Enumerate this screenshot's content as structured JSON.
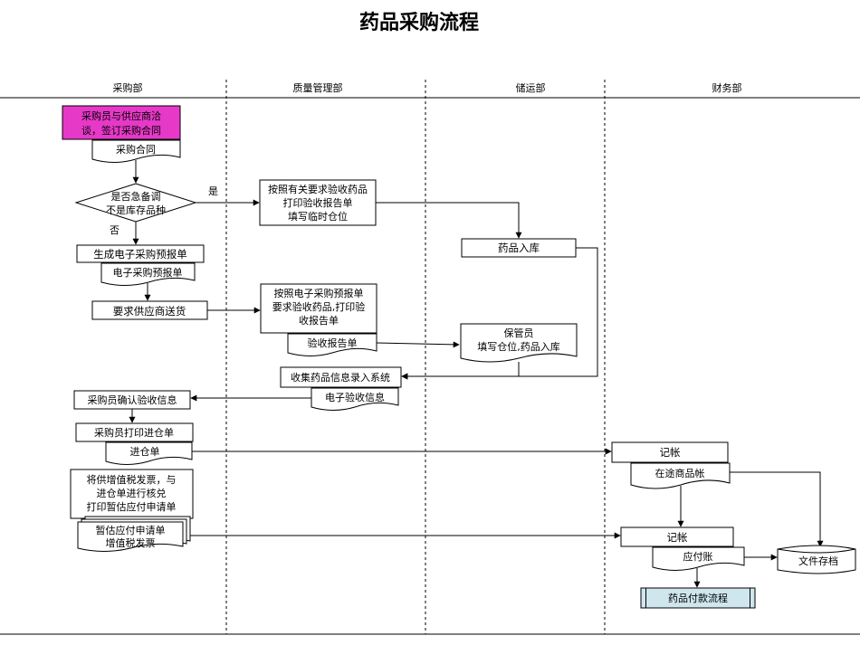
{
  "title": "药品采购流程",
  "lanes": [
    "采购部",
    "质量管理部",
    "储运部",
    "财务部"
  ],
  "nodes": {
    "negotiate": [
      "采购员与供应商洽",
      "谈，签订采购合同"
    ],
    "contract_doc": "采购合同",
    "decision": [
      "是否急备调",
      "不是库存品种"
    ],
    "yes_label": "是",
    "no_label": "否",
    "gen_order": "生成电子采购预报单",
    "order_doc": "电子采购预报单",
    "request_ship": "要求供应商送货",
    "qc_urgent": [
      "按照有关要求验收药品",
      "打印验收报告单",
      "填写临时仓位"
    ],
    "qc_order": [
      "按照电子采购预报单",
      "要求验收药品,打印验",
      "收报告单"
    ],
    "qc_report_doc": "验收报告单",
    "storage_in": "药品入库",
    "keeper": [
      "保管员",
      "填写仓位,药品入库"
    ],
    "qc_entry": "收集药品信息录入系统",
    "qc_info_doc": "电子验收信息",
    "buyer_confirm": "采购员确认验收信息",
    "buyer_print": "采购员打印进仓单",
    "in_doc": "进仓单",
    "invoice_check": [
      "将供增值税发票，与",
      "进仓单进行核兑",
      "打印暂估应付申请单"
    ],
    "payable_docs": [
      "暂估应付申请单",
      "增值税发票"
    ],
    "fin_record1": "记帐",
    "fin_goods_doc": "在途商品帐",
    "fin_record2": "记帐",
    "fin_payable_doc": "应付账",
    "archive": "文件存档",
    "payment_flow": "药品付款流程"
  },
  "colors": {
    "start_fill": "#e639c8",
    "end_fill": "#cfe6ef",
    "line": "#000000"
  }
}
